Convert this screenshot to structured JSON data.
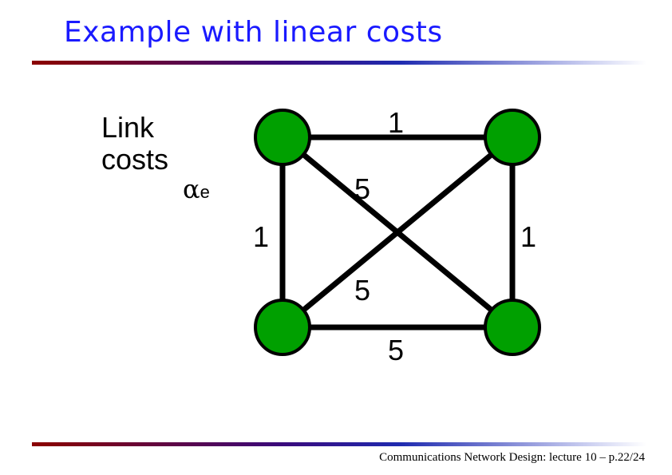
{
  "slide": {
    "title": "Example with linear costs",
    "footer": "Communications Network Design: lecture 10 – p.22/24"
  },
  "legend": {
    "line1": "Link",
    "line2": "costs",
    "symbol": "α",
    "subscript": "e"
  },
  "diagram": {
    "nodes": [
      {
        "id": "top-left"
      },
      {
        "id": "top-right"
      },
      {
        "id": "bottom-left"
      },
      {
        "id": "bottom-right"
      }
    ],
    "edges": [
      {
        "id": "top",
        "from": "top-left",
        "to": "top-right",
        "cost": "1"
      },
      {
        "id": "left",
        "from": "top-left",
        "to": "bottom-left",
        "cost": "1"
      },
      {
        "id": "right",
        "from": "top-right",
        "to": "bottom-right",
        "cost": "1"
      },
      {
        "id": "bottom",
        "from": "bottom-left",
        "to": "bottom-right",
        "cost": "5"
      },
      {
        "id": "diag-tl-br",
        "from": "top-left",
        "to": "bottom-right",
        "cost": "5"
      },
      {
        "id": "diag-tr-bl",
        "from": "top-right",
        "to": "bottom-left",
        "cost": "5"
      }
    ],
    "colors": {
      "node": "#00a000",
      "edge": "#000000",
      "title": "#1a1aff"
    }
  }
}
